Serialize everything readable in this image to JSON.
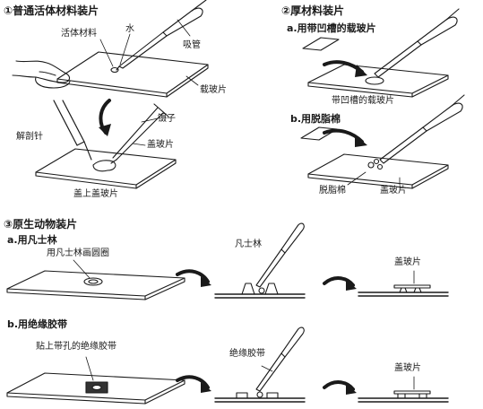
{
  "section1": {
    "title": "①普通活体材料装片",
    "labels": {
      "material": "活体材料",
      "water": "水",
      "dropper": "吸管",
      "slide": "载玻片",
      "needle": "解剖针",
      "tweezers": "镊子",
      "coverslip": "盖玻片",
      "caption": "盖上盖玻片"
    }
  },
  "section2": {
    "title": "②厚材料装片",
    "sub_a": "a.用带凹槽的载玻片",
    "sub_a_caption": "带凹槽的载玻片",
    "sub_b": "b.用脱脂棉",
    "cotton": "脱脂棉",
    "coverslip": "盖玻片"
  },
  "section3": {
    "title": "③原生动物装片",
    "sub_a": "a.用凡士林",
    "sub_a_note": "用凡士林画圆圈",
    "vaseline": "凡士林",
    "coverslip_a": "盖玻片",
    "sub_b": "b.用绝缘胶带",
    "sub_b_note": "贴上带孔的绝缘胶带",
    "tape": "绝缘胶带",
    "coverslip_b": "盖玻片"
  }
}
